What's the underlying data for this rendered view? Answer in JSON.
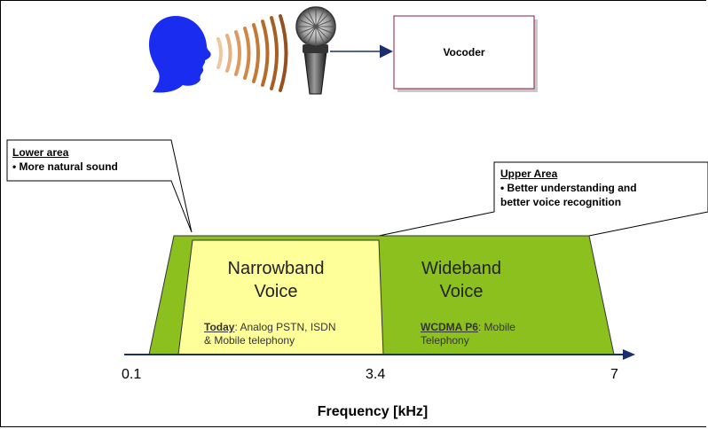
{
  "vocoder": {
    "label": "Vocoder"
  },
  "lower_callout": {
    "title": "Lower area",
    "bullet": "• More natural sound"
  },
  "upper_callout": {
    "title": "Upper Area",
    "bullet_line1": "• Better understanding and",
    "bullet_line2": "better voice recognition"
  },
  "narrowband": {
    "title_line1": "Narrowband",
    "title_line2": "Voice",
    "desc_bold": "Today",
    "desc_rest": ": Analog PSTN, ISDN",
    "desc_line2": "& Mobile telephony"
  },
  "wideband": {
    "title_line1": "Wideband",
    "title_line2": "Voice",
    "desc_bold": "WCDMA P6",
    "desc_rest": ": Mobile",
    "desc_line2": "Telephony"
  },
  "axis": {
    "ticks": [
      "0.1",
      "3.4",
      "7"
    ],
    "title": "Frequency [kHz]"
  },
  "colors": {
    "wideband_fill": "#8cc01e",
    "narrowband_fill": "#ffff99",
    "speaker_head": "#1a2cf0",
    "sound_waves": "#b8702a",
    "vocoder_border": "#8b1a4a"
  },
  "icons": [
    "speaking-head-icon",
    "sound-waves-icon",
    "microphone-icon",
    "arrow-icon"
  ]
}
